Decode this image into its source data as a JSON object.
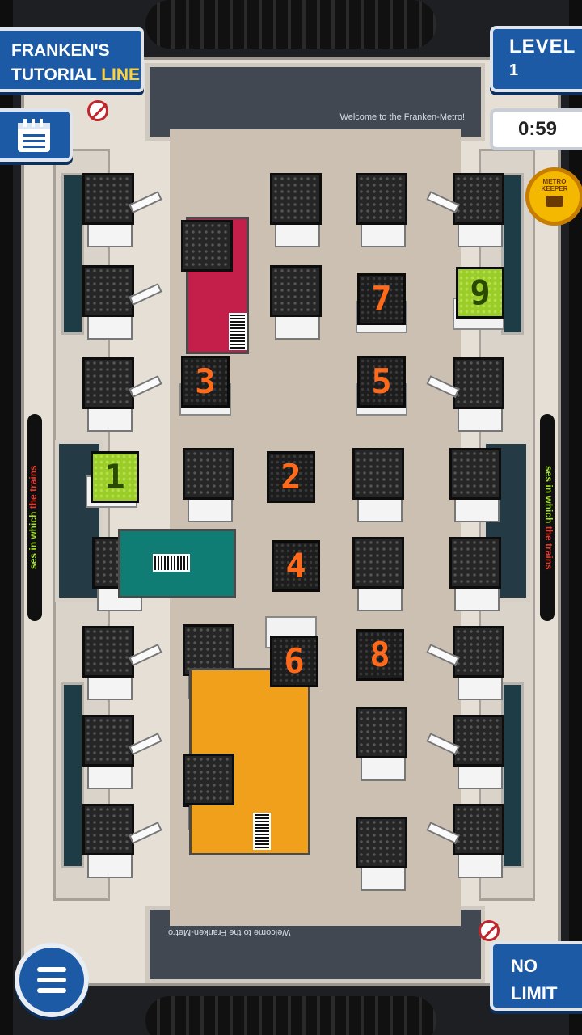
{
  "hud": {
    "line_name_part1": "FRANKEN'S",
    "line_name_part2": "TUTORIAL",
    "line_name_accent": "LINE",
    "level_label": "LEVEL",
    "level_value": "1",
    "timer": "0:59",
    "limit_line1": "NO",
    "limit_line2": "LIMIT",
    "badge_text": "METRO KEEPER",
    "colors": {
      "panel": "#1d5aa6",
      "accent": "#ffd23a",
      "panel_border": "#dfe5ef"
    }
  },
  "train": {
    "welcome_top": "Welcome to the Franken-Metro!",
    "welcome_bottom": "Welcome to the Franken-Metro!",
    "ticker_left": {
      "prefix": "ses in which ",
      "accent": "the trains"
    },
    "ticker_right": {
      "prefix": "ses in which ",
      "accent": "the trains"
    }
  },
  "numbered_tiles": [
    {
      "id": "1",
      "color": "green"
    },
    {
      "id": "2",
      "color": "orange"
    },
    {
      "id": "3",
      "color": "orange"
    },
    {
      "id": "4",
      "color": "orange"
    },
    {
      "id": "5",
      "color": "orange"
    },
    {
      "id": "6",
      "color": "orange"
    },
    {
      "id": "7",
      "color": "orange"
    },
    {
      "id": "8",
      "color": "orange"
    },
    {
      "id": "9",
      "color": "green"
    }
  ],
  "icons": {
    "schedule": "calendar-icon",
    "menu": "hamburger-menu-icon",
    "no_smoking": "no-smoking-icon"
  }
}
